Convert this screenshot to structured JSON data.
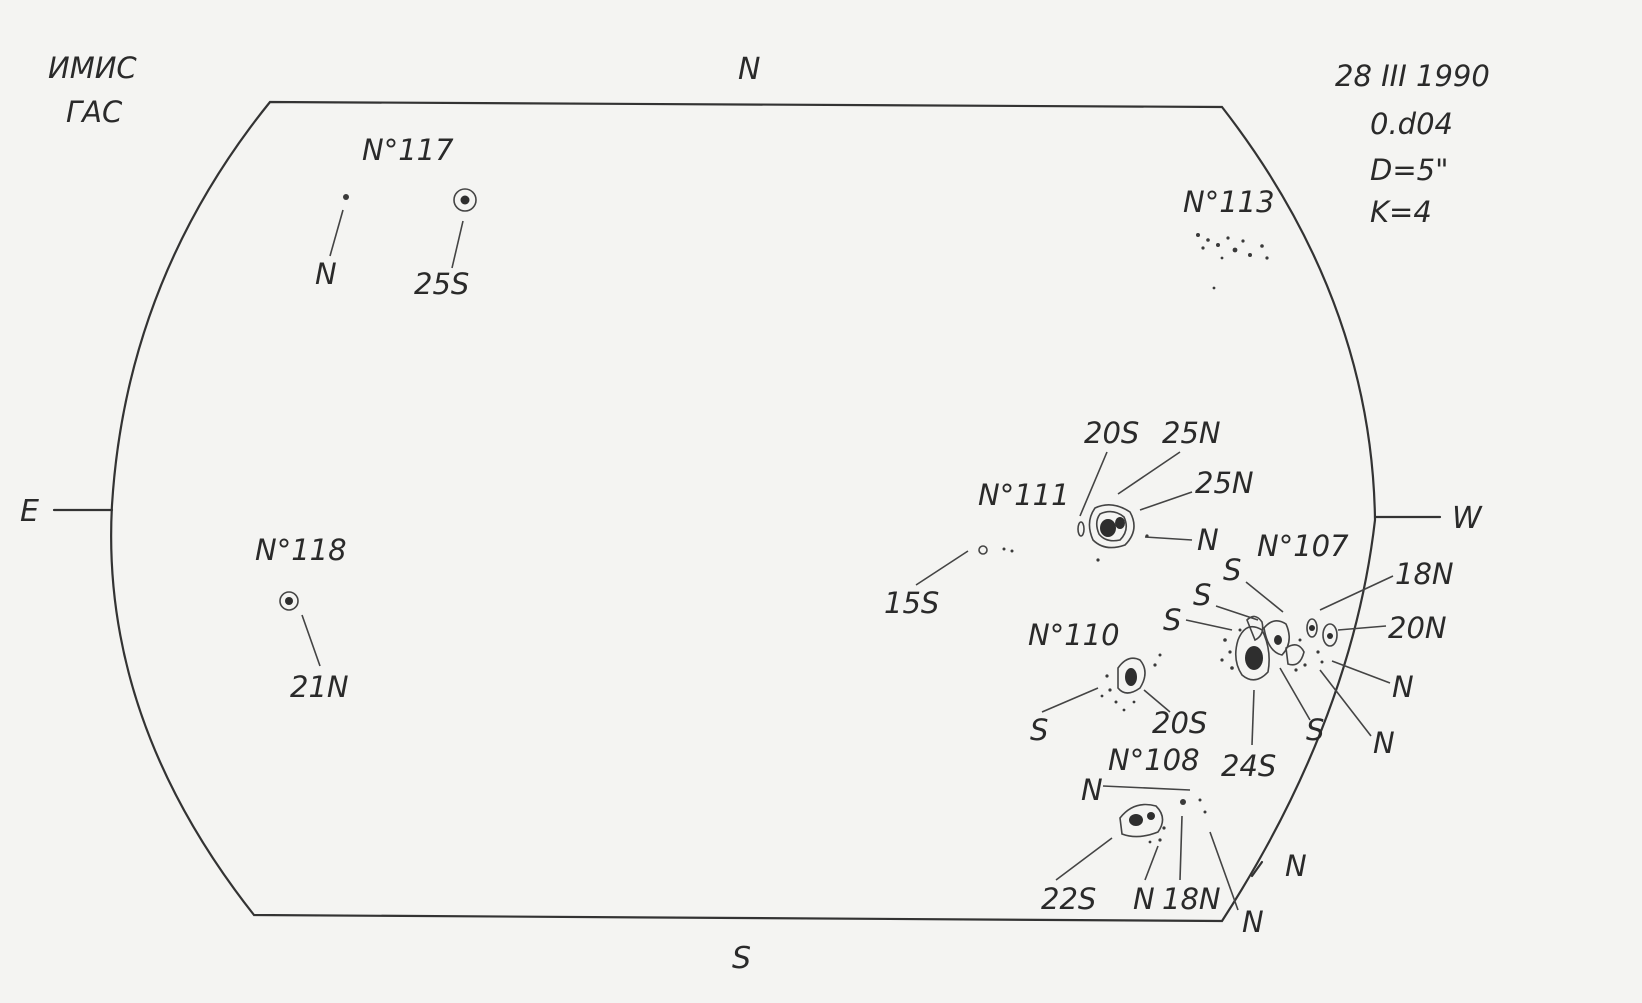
{
  "header": {
    "observatory_line1": "ИМИС",
    "observatory_line2": "ГАС",
    "date": "28 III 1990",
    "time": "0.d04",
    "diameter": "D=5\"",
    "quality": "K=4"
  },
  "compass": {
    "north": "N",
    "south": "S",
    "east": "E",
    "west": "W"
  },
  "groups": {
    "g117": {
      "label": "N°117",
      "pole_left": "N",
      "field_right": "25S"
    },
    "g113": {
      "label": "N°113"
    },
    "g118": {
      "label": "N°118",
      "field": "21N"
    },
    "g111": {
      "label": "N°111",
      "f1": "20S",
      "f2": "25N",
      "f3": "25N",
      "f4": "N",
      "f5": "15S"
    },
    "g107": {
      "label": "N°107",
      "s1": "S",
      "s2": "S",
      "s3": "S",
      "f18": "18N",
      "f20": "20N",
      "n1": "N",
      "n2": "N",
      "s4": "S",
      "f24": "24S"
    },
    "g110": {
      "label": "N°110",
      "s": "S",
      "f20": "20S"
    },
    "g108": {
      "label": "N°108",
      "n_top": "N",
      "f22": "22S",
      "n_mid": "N",
      "f18": "18N",
      "n_edge1": "N",
      "n_edge2": "N"
    }
  }
}
